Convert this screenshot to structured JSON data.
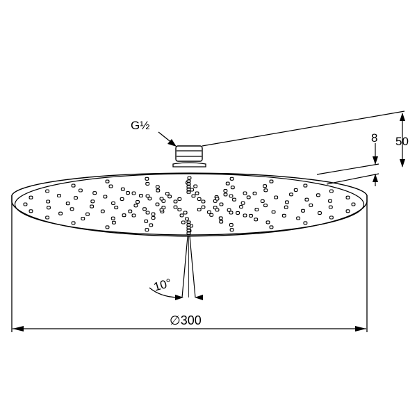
{
  "diagram": {
    "thread_label": "G½",
    "height_label": "50",
    "plate_thickness_label": "8",
    "diameter_symbol": "∅",
    "diameter_value": "300",
    "angle_label": "10°"
  },
  "colors": {
    "line": "#000000",
    "background": "#ffffff"
  }
}
